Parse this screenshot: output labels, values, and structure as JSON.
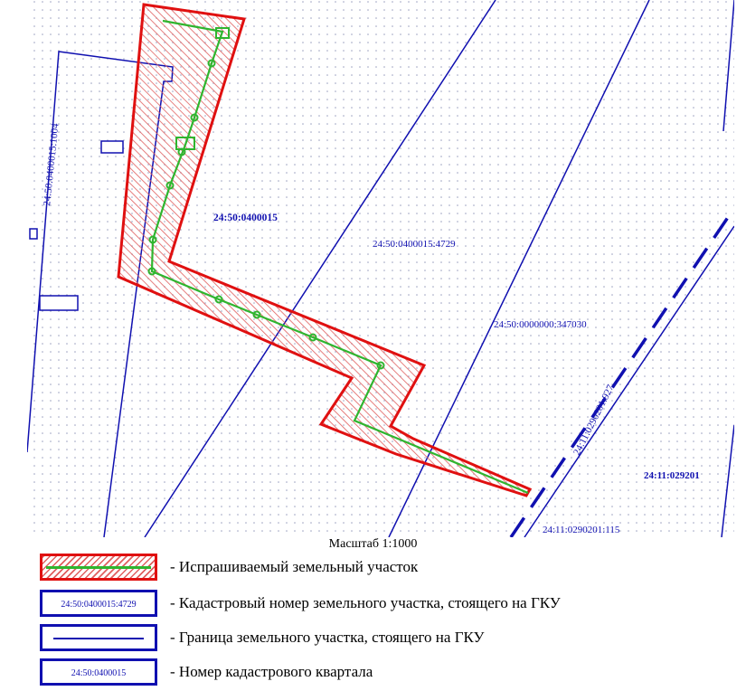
{
  "map": {
    "labels": {
      "quarter_main": "24:50:0400015",
      "parcel_4729": "24:50:0400015:4729",
      "parcel_347030": "24:50:0000000:347030",
      "parcel_1004": "24:50:0400015:1004",
      "parcel_927": "24:11:0290201:927",
      "quarter_029201": "24:11:029201",
      "parcel_115": "24:11:0290201:115"
    },
    "colors": {
      "boundary": "#1010b0",
      "requested_outline": "#e01010",
      "requested_hatch": "#e06060",
      "route": "#2fb52f",
      "grid_dots": "#9aa0c0"
    }
  },
  "scale_label": "Масштаб 1:1000",
  "legend": [
    {
      "swatch": "requested-parcel",
      "text": "- Испрашиваемый земельный участок"
    },
    {
      "swatch": "cadastral-number",
      "sample": "24:50:0400015:4729",
      "text": "- Кадастровый номер земельного участка, стоящего на ГКУ"
    },
    {
      "swatch": "boundary-line",
      "text": "- Граница земельного участка, стоящего на ГКУ"
    },
    {
      "swatch": "quarter-number",
      "sample": "24:50:0400015",
      "text": "- Номер кадастрового квартала"
    }
  ]
}
